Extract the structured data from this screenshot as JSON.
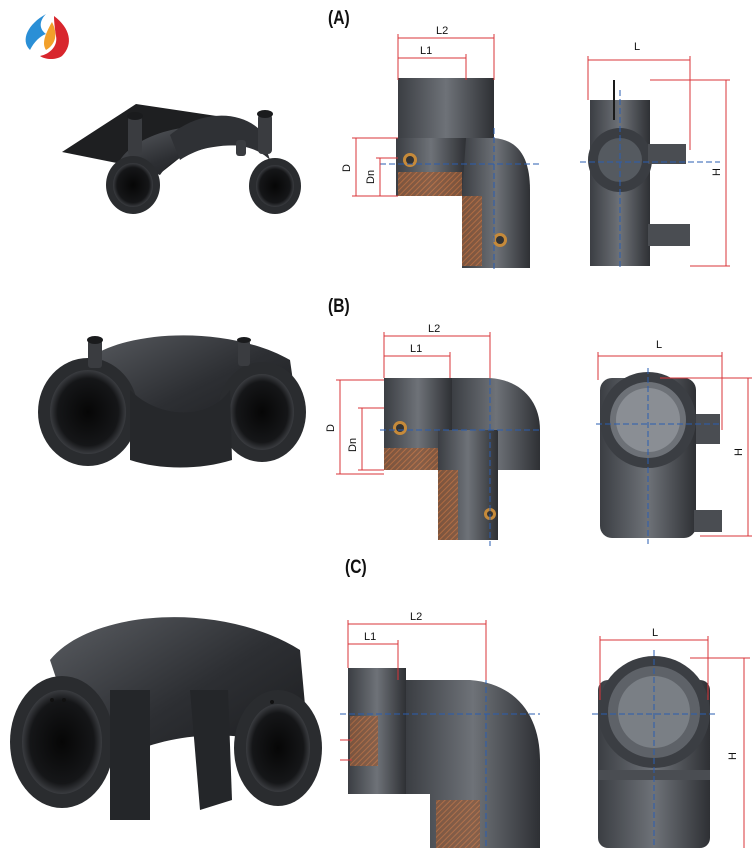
{
  "sections": [
    {
      "id": "A",
      "label": "(A)"
    },
    {
      "id": "B",
      "label": "(B)"
    },
    {
      "id": "C",
      "label": "(C)"
    }
  ],
  "dimensions": {
    "A": {
      "l2": "L2",
      "l1": "L1",
      "d": "D",
      "dn": "Dn",
      "l": "L",
      "h": "H"
    },
    "B": {
      "l2": "L2",
      "l1": "L1",
      "d": "D",
      "dn": "Dn",
      "l": "L",
      "h": "H"
    },
    "C": {
      "l2": "L2",
      "l1": "L1",
      "l": "L",
      "h": "H"
    }
  },
  "colors": {
    "red_dim": "#d9343a",
    "blue_axis": "#2a5db0",
    "fitting_dark": "#2b2d31",
    "fitting_mid": "#4a4d52",
    "section_hatch": "#c4602e",
    "logo_blue": "#2a8fd6",
    "logo_orange": "#f2a02a",
    "logo_red": "#d8262d"
  },
  "icons": {
    "logo": "flame-drop-logo-icon"
  }
}
